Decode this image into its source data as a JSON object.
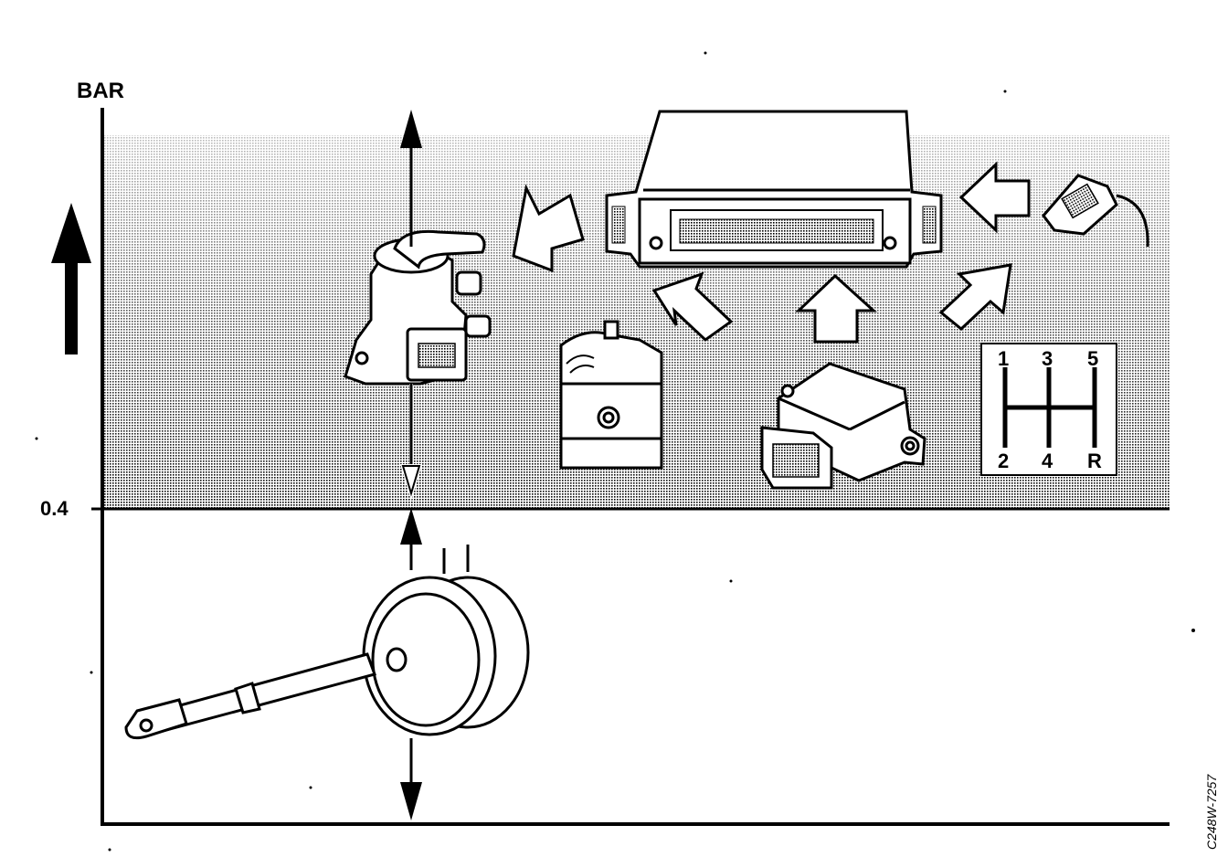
{
  "axis": {
    "unit_label": "BAR",
    "threshold_label": "0.4"
  },
  "gear_pattern": {
    "top": [
      "1",
      "3",
      "5"
    ],
    "bottom": [
      "2",
      "4",
      "R"
    ]
  },
  "figure_code": "C248W-7257",
  "colors": {
    "ink": "#000000",
    "paper": "#ffffff"
  }
}
